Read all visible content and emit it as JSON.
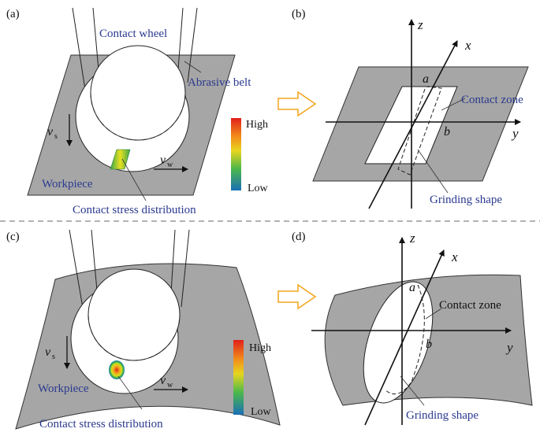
{
  "panels": {
    "a": {
      "tag": "(a)",
      "contact_wheel": "Contact wheel",
      "abrasive_belt": "Abrasive belt",
      "workpiece": "Workpiece",
      "stress": "Contact stress distribution",
      "vs": "v",
      "vs_sub": "s",
      "vw": "v",
      "vw_sub": "w",
      "high": "High",
      "low": "Low"
    },
    "b": {
      "tag": "(b)",
      "z": "z",
      "x": "x",
      "y": "y",
      "a": "a",
      "b": "b",
      "contact_zone": "Contact zone",
      "grinding_shape": "Grinding shape"
    },
    "c": {
      "tag": "(c)",
      "workpiece": "Workpiece",
      "stress": "Contact stress distribution",
      "vs": "v",
      "vs_sub": "s",
      "vw": "v",
      "vw_sub": "w",
      "high": "High",
      "low": "Low"
    },
    "d": {
      "tag": "(d)",
      "z": "z",
      "x": "x",
      "y": "y",
      "a": "a",
      "b": "b",
      "contact_zone": "Contact zone",
      "grinding_shape": "Grinding shape"
    }
  },
  "colors": {
    "surface": "#a6a6a6",
    "label_blue": "#2b3a8f",
    "arrow_orange": "#f2a51c",
    "divider": "#666666"
  }
}
